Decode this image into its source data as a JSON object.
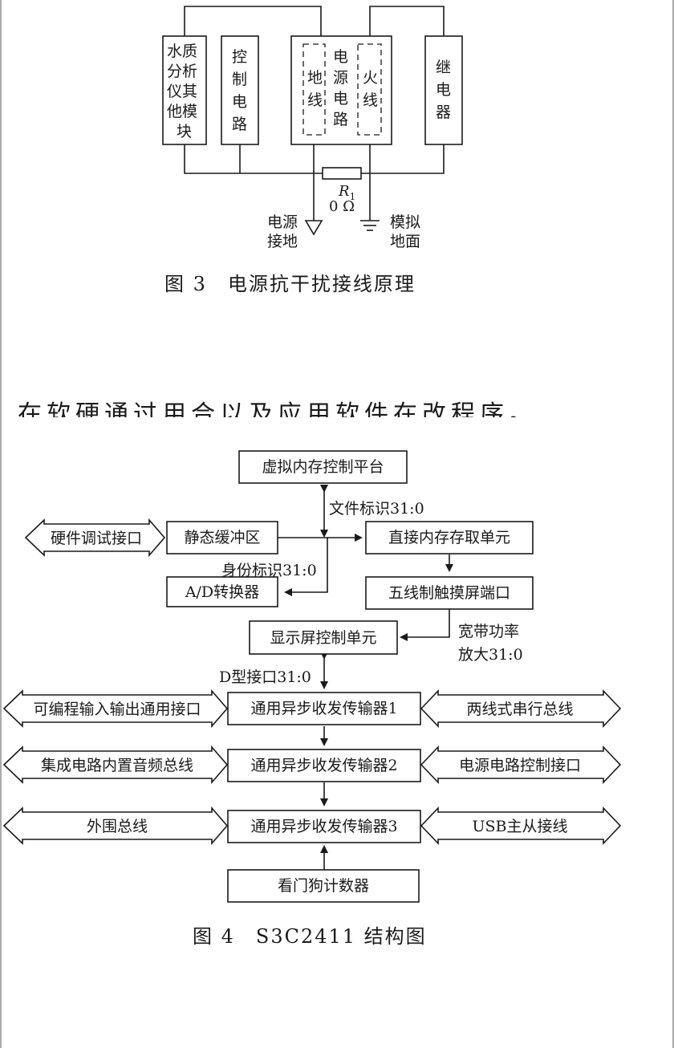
{
  "figure3": {
    "blocks": {
      "water_module": [
        "水质",
        "分析",
        "仪其",
        "他模",
        "块"
      ],
      "control_circuit": [
        "控",
        "制",
        "电",
        "路"
      ],
      "ground_line": [
        "地",
        "线"
      ],
      "power_circuit": [
        "电",
        "源",
        "电",
        "路"
      ],
      "live_line": [
        "火",
        "线"
      ],
      "relay": [
        "继",
        "电",
        "器"
      ]
    },
    "resistor": {
      "name": "R",
      "subscript": "1",
      "value": "0 Ω"
    },
    "power_ground": [
      "电源",
      "接地"
    ],
    "analog_ground": [
      "模拟",
      "地面"
    ],
    "caption": "图 3　电源抗干扰接线原理"
  },
  "cut_text": "在软硬通过用合以及应用软件在改程序。",
  "figure4": {
    "blocks": {
      "virtual_memory": "虚拟内存控制平台",
      "static_buffer": "静态缓冲区",
      "dma": "直接内存存取单元",
      "adc": "A/D转换器",
      "touch_port": "五线制触摸屏端口",
      "lcd_ctrl": "显示屏控制单元",
      "uart1": "通用异步收发传输器1",
      "uart2": "通用异步收发传输器2",
      "uart3": "通用异步收发传输器3",
      "watchdog": "看门狗计数器"
    },
    "arrows": {
      "hw_debug": "硬件调试接口",
      "gpio": "可编程输入输出通用接口",
      "iic": "两线式串行总线",
      "iis": "集成电路内置音频总线",
      "power_ctrl": "电源电路控制接口",
      "peripheral_bus": "外围总线",
      "usb": "USB主从接线"
    },
    "labels": {
      "file_id": "文件标识31:0",
      "identity": "身份标识31:0",
      "bandwidth_1": "宽带功率",
      "bandwidth_2": "放大31:0",
      "d_port": "D型接口31:0"
    },
    "caption": "图 4　S3C2411 结构图"
  }
}
